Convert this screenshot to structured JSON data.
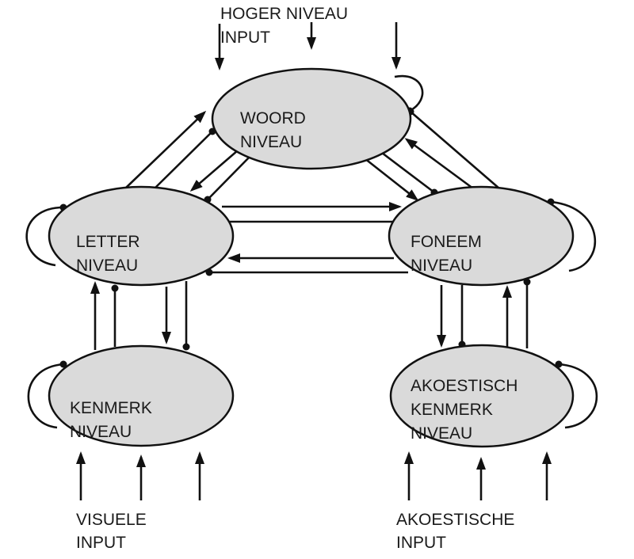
{
  "top_input": {
    "line1": "HOGER NIVEAU",
    "line2": "INPUT"
  },
  "nodes": {
    "woord": {
      "line1": "WOORD",
      "line2": "NIVEAU"
    },
    "letter": {
      "line1": "LETTER",
      "line2": "NIVEAU"
    },
    "foneem": {
      "line1": "FONEEM",
      "line2": "NIVEAU"
    },
    "kenmerk": {
      "line1": "KENMERK",
      "line2": "NIVEAU"
    },
    "akoestisch": {
      "line1": "AKOESTISCH",
      "line2": "KENMERK",
      "line3": "NIVEAU"
    }
  },
  "visual_input": {
    "line1": "VISUELE",
    "line2": "INPUT"
  },
  "acoustic_input": {
    "line1": "AKOESTISCHE",
    "line2": "INPUT"
  },
  "colors": {
    "node_fill": "#dadada",
    "stroke": "#111111",
    "text": "#1a1a1a"
  }
}
